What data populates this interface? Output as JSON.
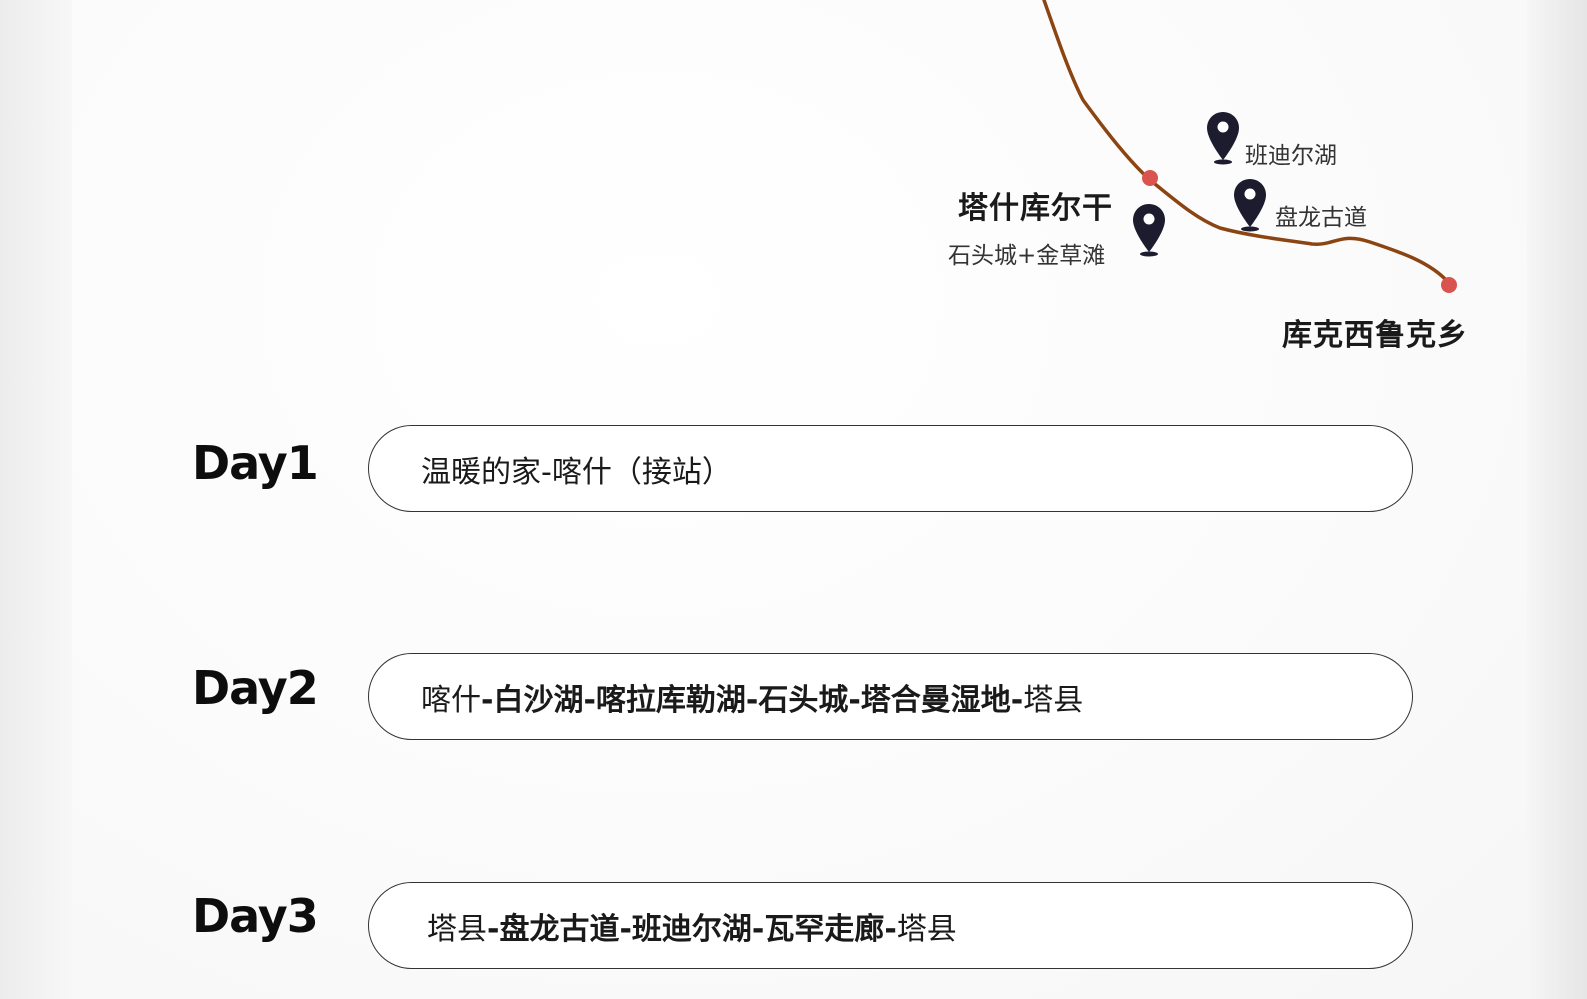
{
  "map": {
    "places": [
      {
        "name": "班迪尔湖",
        "kind": "minor"
      },
      {
        "name": "盘龙古道",
        "kind": "minor"
      },
      {
        "name": "塔什库尔干",
        "kind": "major"
      },
      {
        "name": "石头城+金草滩",
        "kind": "minor"
      },
      {
        "name": "库克西鲁克乡",
        "kind": "major"
      }
    ],
    "colors": {
      "route": "#8b4513",
      "stop_dot": "#d9534f",
      "pin": "#1c1c2e"
    }
  },
  "itinerary": [
    {
      "day": "Day1",
      "segments": [
        {
          "text": "温暖的家-喀什（接站）",
          "bold": false
        }
      ]
    },
    {
      "day": "Day2",
      "segments": [
        {
          "text": "喀什",
          "bold": false
        },
        {
          "text": "-白沙湖-喀拉库勒湖-石头城-塔合曼湿地-",
          "bold": true
        },
        {
          "text": "塔县",
          "bold": false
        }
      ]
    },
    {
      "day": "Day3",
      "segments": [
        {
          "text": "塔县",
          "bold": false
        },
        {
          "text": "-盘龙古道-班迪尔湖-瓦罕走廊-",
          "bold": true
        },
        {
          "text": "塔县",
          "bold": false
        }
      ]
    }
  ]
}
